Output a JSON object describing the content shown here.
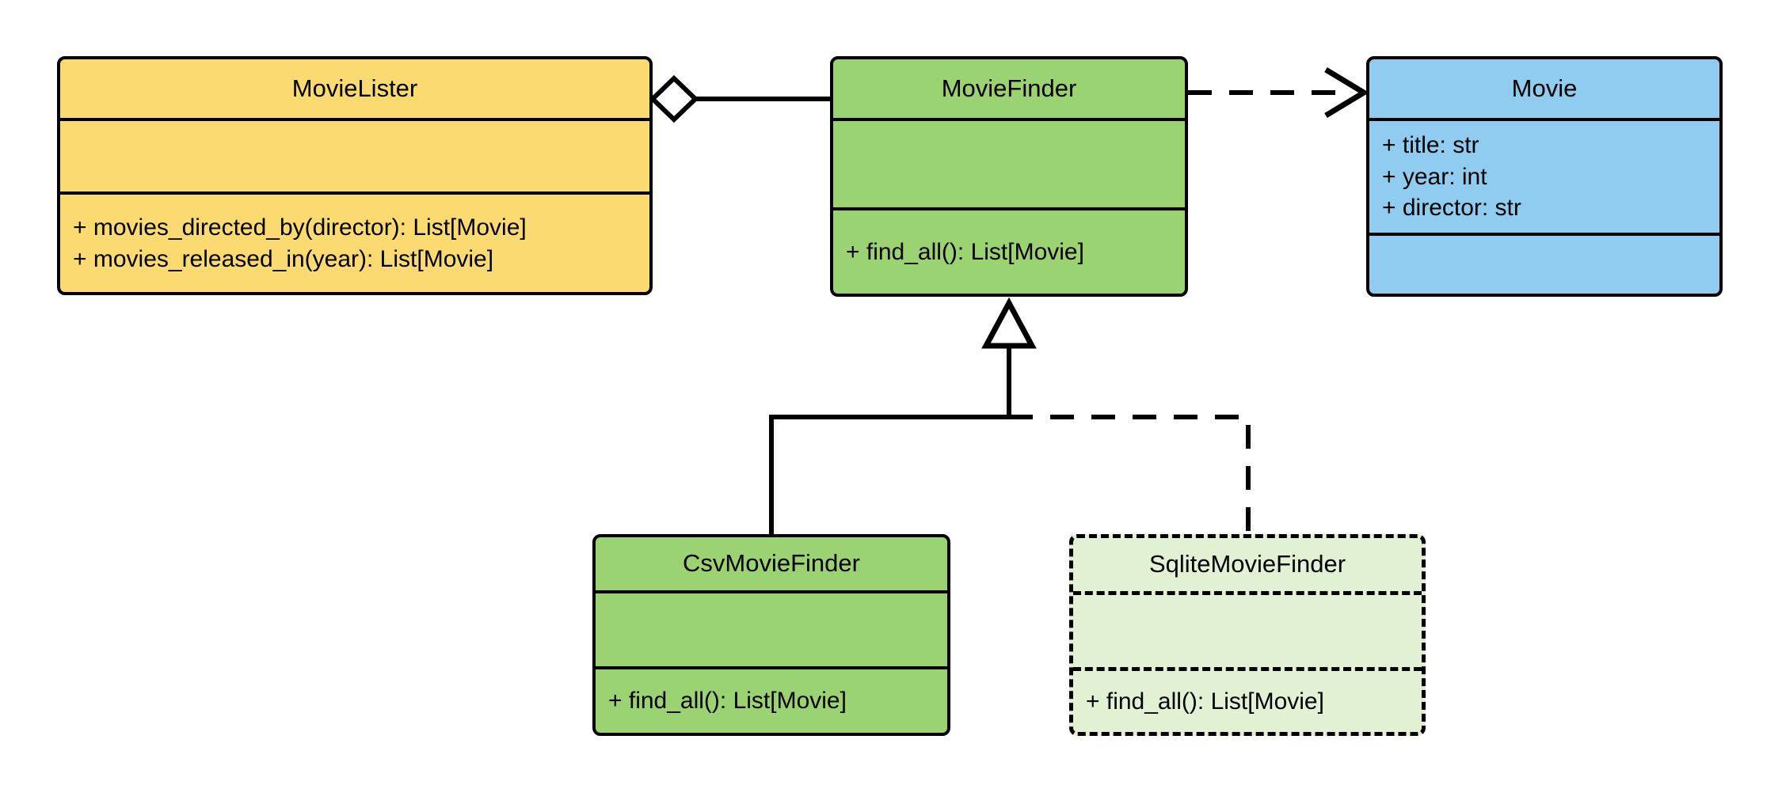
{
  "diagram": {
    "kind": "uml-class-diagram",
    "background": "#ffffff",
    "line_color": "#000000"
  },
  "classes": [
    {
      "id": "movie-lister",
      "name": "MovieLister",
      "fill": "#fcda72",
      "border_style": "solid",
      "attributes": [],
      "methods": [
        "+ movies_directed_by(director): List[Movie]",
        "+ movies_released_in(year): List[Movie]"
      ]
    },
    {
      "id": "movie-finder",
      "name": "MovieFinder",
      "fill": "#9bd372",
      "border_style": "solid",
      "attributes": [],
      "methods": [
        "+ find_all(): List[Movie]"
      ]
    },
    {
      "id": "movie",
      "name": "Movie",
      "fill": "#8fccf0",
      "border_style": "solid",
      "attributes": [
        "+ title: str",
        "+ year: int",
        "+ director: str"
      ],
      "methods": []
    },
    {
      "id": "csv-movie-finder",
      "name": "CsvMovieFinder",
      "fill": "#9bd372",
      "border_style": "solid",
      "attributes": [],
      "methods": [
        "+ find_all(): List[Movie]"
      ]
    },
    {
      "id": "sqlite-movie-finder",
      "name": "SqliteMovieFinder",
      "fill": "#e2f0d4",
      "border_style": "dashed",
      "attributes": [],
      "methods": [
        "+ find_all(): List[Movie]"
      ]
    }
  ],
  "relationships": [
    {
      "id": "aggregation-lister-finder",
      "type": "aggregation",
      "from": "MovieLister",
      "to": "MovieFinder",
      "line_style": "solid",
      "end_marker": "hollow-diamond"
    },
    {
      "id": "dependency-finder-movie",
      "type": "dependency",
      "from": "MovieFinder",
      "to": "Movie",
      "line_style": "dashed",
      "end_marker": "open-arrow"
    },
    {
      "id": "generalization-csv-finder",
      "type": "generalization",
      "from": "CsvMovieFinder",
      "to": "MovieFinder",
      "line_style": "solid",
      "end_marker": "hollow-triangle"
    },
    {
      "id": "generalization-sqlite-finder",
      "type": "generalization",
      "from": "SqliteMovieFinder",
      "to": "MovieFinder",
      "line_style": "dashed",
      "end_marker": "hollow-triangle"
    }
  ]
}
